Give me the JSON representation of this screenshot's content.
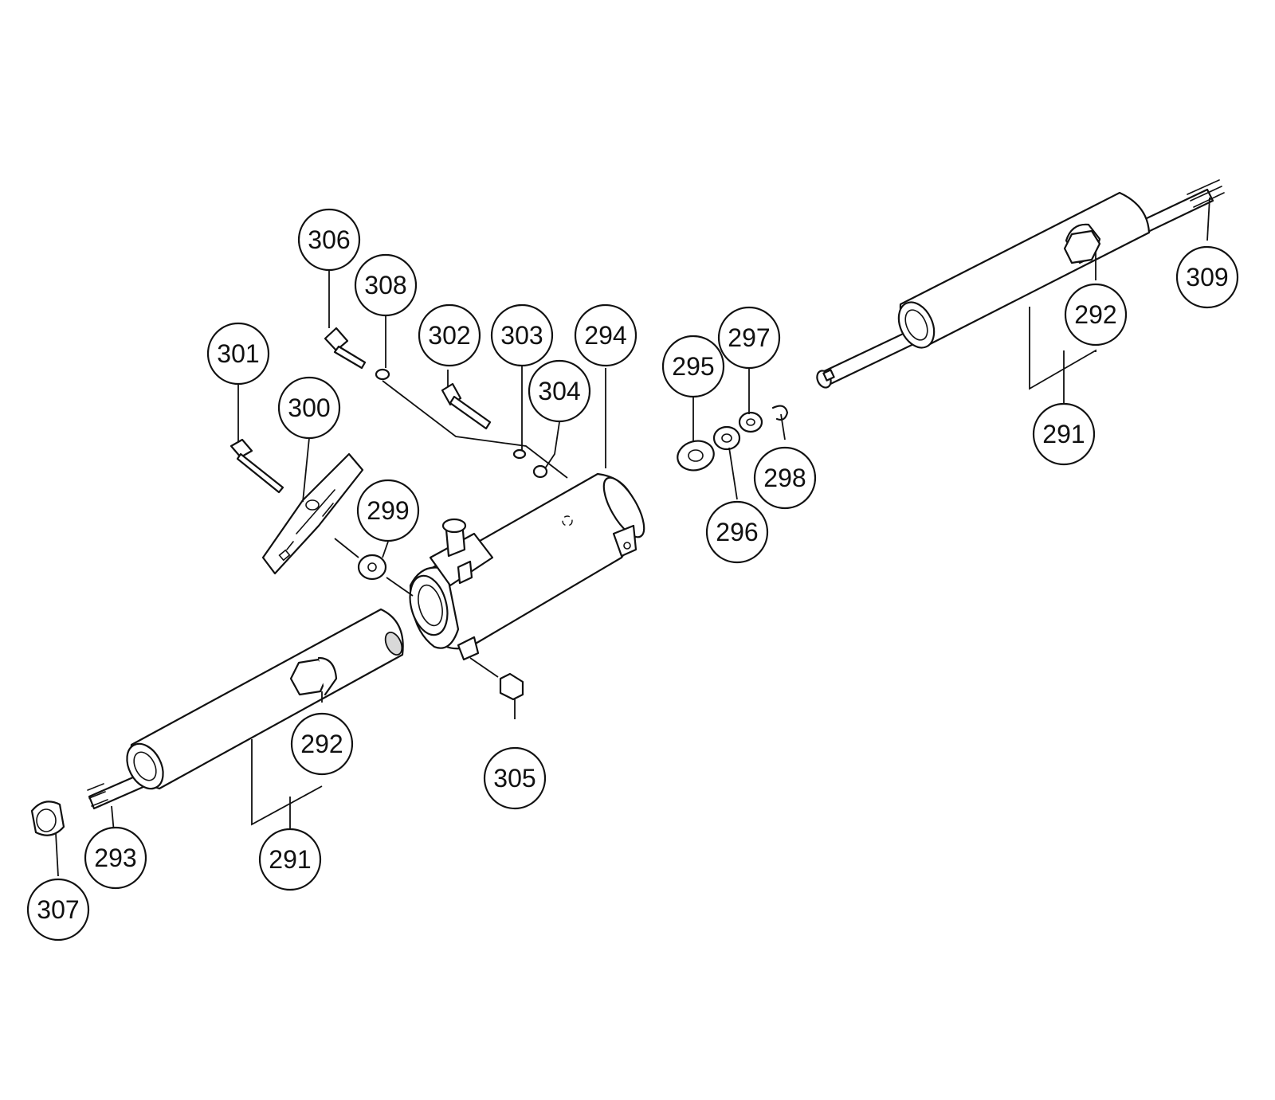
{
  "callouts": [
    {
      "id": "c-306",
      "label": "306"
    },
    {
      "id": "c-308",
      "label": "308"
    },
    {
      "id": "c-301",
      "label": "301"
    },
    {
      "id": "c-300",
      "label": "300"
    },
    {
      "id": "c-302",
      "label": "302"
    },
    {
      "id": "c-303",
      "label": "303"
    },
    {
      "id": "c-304",
      "label": "304"
    },
    {
      "id": "c-294",
      "label": "294"
    },
    {
      "id": "c-299",
      "label": "299"
    },
    {
      "id": "c-295",
      "label": "295"
    },
    {
      "id": "c-297",
      "label": "297"
    },
    {
      "id": "c-298",
      "label": "298"
    },
    {
      "id": "c-296",
      "label": "296"
    },
    {
      "id": "c-309",
      "label": "309"
    },
    {
      "id": "c-292-right",
      "label": "292"
    },
    {
      "id": "c-291-right",
      "label": "291"
    },
    {
      "id": "c-292-left",
      "label": "292"
    },
    {
      "id": "c-305",
      "label": "305"
    },
    {
      "id": "c-293",
      "label": "293"
    },
    {
      "id": "c-291-left",
      "label": "291"
    },
    {
      "id": "c-307",
      "label": "307"
    }
  ]
}
